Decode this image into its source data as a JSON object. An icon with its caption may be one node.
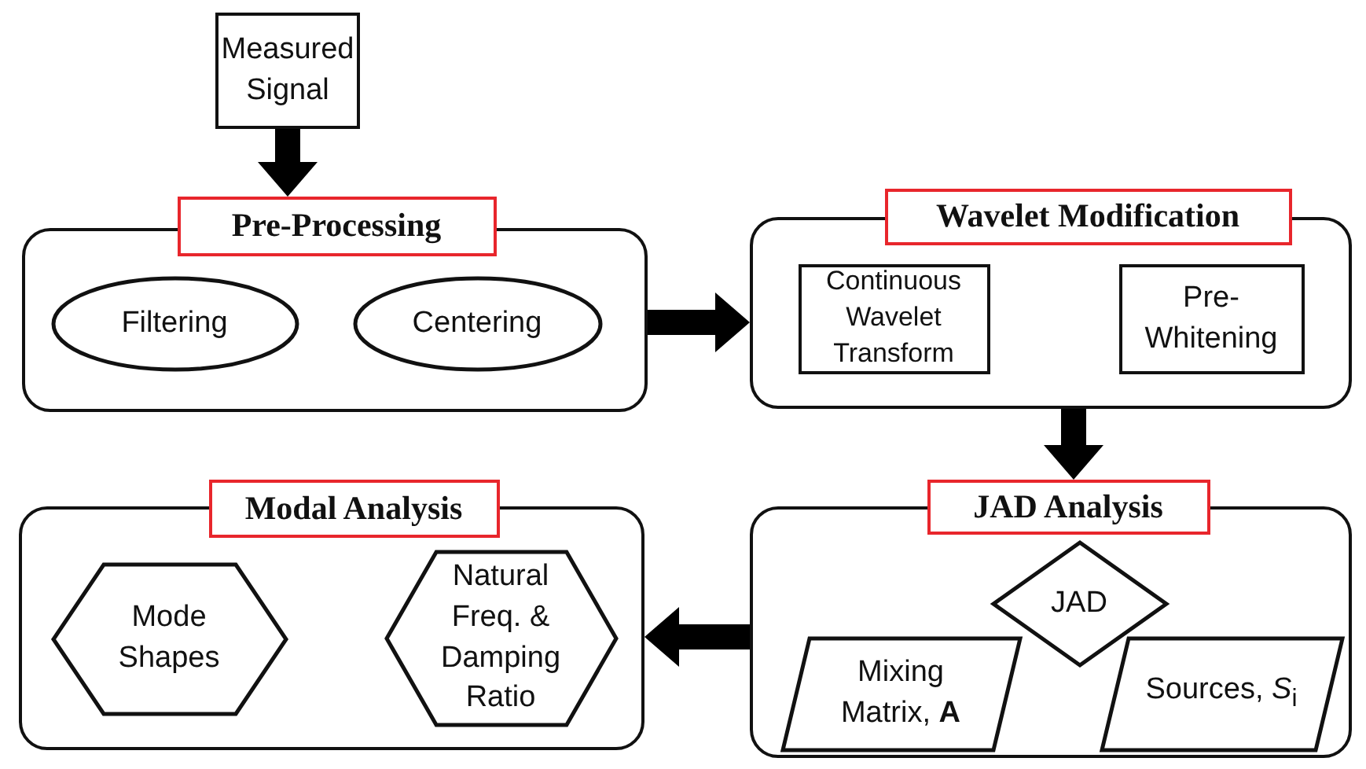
{
  "diagram": {
    "nodes": [
      {
        "text": [
          "Measured Signal"
        ]
      },
      {
        "text": [
          "Pre-Processing"
        ]
      },
      {
        "text": [
          "Filtering"
        ],
        "in": 1
      },
      {
        "text": [
          "Centering"
        ],
        "in": 1
      },
      {
        "text": [
          "Wavelet Modification"
        ]
      },
      {
        "text": [
          "Continuous Wavelet Transform"
        ],
        "in": 4
      },
      {
        "text": [
          "Pre-Whitening"
        ],
        "in": 4
      },
      {
        "text": [
          "JAD Analysis"
        ]
      },
      {
        "text": [
          "JAD"
        ],
        "in": 7
      },
      {
        "text": [
          "Mixing Matrix, **A**"
        ],
        "in": 7
      },
      {
        "text": [
          "Sources, *S*$_{i}$"
        ],
        "in": 7
      },
      {
        "text": [
          "Modal Analysis"
        ]
      },
      {
        "text": [
          "Mode Shapes"
        ],
        "in": 11
      },
      {
        "text": [
          "Natural Freq. & Damping Ratio"
        ],
        "in": 11
      }
    ],
    "edges": [
      {
        "from": 0,
        "to": 1,
        "arrow": "to"
      },
      {
        "from": 1,
        "to": 4,
        "arrow": "to"
      },
      {
        "from": 4,
        "to": 7,
        "arrow": "to"
      },
      {
        "from": 7,
        "to": 11,
        "arrow": "to"
      }
    ]
  }
}
